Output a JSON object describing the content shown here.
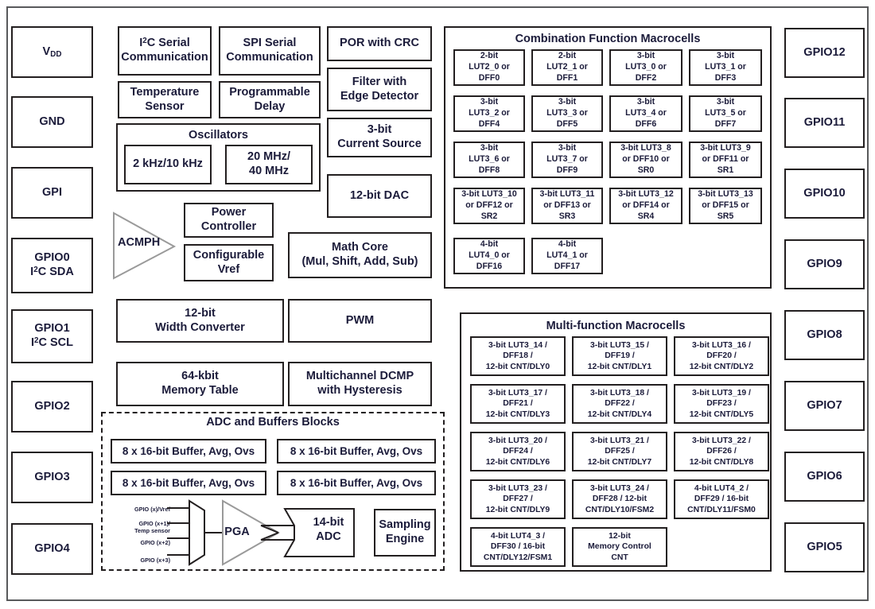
{
  "diagram": {
    "title_note": "SLG47004 block diagram",
    "left_pins": [
      {
        "id": "vdd",
        "lines": [
          "VDD"
        ]
      },
      {
        "id": "gnd",
        "lines": [
          "GND"
        ]
      },
      {
        "id": "gpi",
        "lines": [
          "GPI"
        ]
      },
      {
        "id": "gpio0",
        "lines": [
          "GPIO0",
          "I2C SDA"
        ]
      },
      {
        "id": "gpio1",
        "lines": [
          "GPIO1",
          "I2C SCL"
        ]
      },
      {
        "id": "gpio2",
        "lines": [
          "GPIO2"
        ]
      },
      {
        "id": "gpio3",
        "lines": [
          "GPIO3"
        ]
      },
      {
        "id": "gpio4",
        "lines": [
          "GPIO4"
        ]
      }
    ],
    "right_pins": [
      {
        "id": "gpio12",
        "label": "GPIO12"
      },
      {
        "id": "gpio11",
        "label": "GPIO11"
      },
      {
        "id": "gpio10",
        "label": "GPIO10"
      },
      {
        "id": "gpio9",
        "label": "GPIO9"
      },
      {
        "id": "gpio8",
        "label": "GPIO8"
      },
      {
        "id": "gpio7",
        "label": "GPIO7"
      },
      {
        "id": "gpio6",
        "label": "GPIO6"
      },
      {
        "id": "gpio5",
        "label": "GPIO5"
      }
    ],
    "blocks": {
      "i2c_serial": [
        "I2C Serial",
        "Communication"
      ],
      "spi_serial": [
        "SPI Serial",
        "Communication"
      ],
      "por_crc": [
        "POR with CRC"
      ],
      "temp_sensor": [
        "Temperature",
        "Sensor"
      ],
      "prog_delay": [
        "Programmable",
        "Delay"
      ],
      "filter_edge": [
        "Filter with",
        "Edge Detector"
      ],
      "current_source": [
        "3-bit",
        "Current Source"
      ],
      "dac": [
        "12-bit DAC"
      ],
      "oscillators_title": "Oscillators",
      "osc_low": "2 kHz/10 kHz",
      "osc_high": [
        "20 MHz/",
        "40 MHz"
      ],
      "power_controller": [
        "Power",
        "Controller"
      ],
      "configurable_vref": [
        "Configurable",
        "Vref"
      ],
      "acmph": "ACMPH",
      "math_core": [
        "Math Core",
        "(Mul, Shift, Add, Sub)"
      ],
      "width_converter": [
        "12-bit",
        "Width Converter"
      ],
      "pwm": [
        "PWM"
      ],
      "memory_table": [
        "64-kbit",
        "Memory Table"
      ],
      "dcmp": [
        "Multichannel DCMP",
        "with Hysteresis"
      ]
    },
    "adc_section": {
      "title": "ADC and Buffers Blocks",
      "buffers": [
        "8 x 16-bit Buffer, Avg, Ovs",
        "8 x 16-bit Buffer, Avg, Ovs",
        "8 x 16-bit Buffer, Avg, Ovs",
        "8 x 16-bit Buffer, Avg, Ovs"
      ],
      "mux_inputs": [
        [
          "GPIO (x)/Vref"
        ],
        [
          "GPIO (x+1)/",
          "Temp sensor"
        ],
        [
          "GPIO (x+2)"
        ],
        [
          "GPIO (x+3)"
        ]
      ],
      "pga": "PGA",
      "adc": [
        "14-bit",
        "ADC"
      ],
      "sampling_engine": [
        "Sampling",
        "Engine"
      ]
    },
    "combination_macrocells": {
      "title": "Combination Function Macrocells",
      "cells": [
        {
          "lines": [
            "2-bit",
            "LUT2_0 or",
            "DFF0"
          ]
        },
        {
          "lines": [
            "2-bit",
            "LUT2_1 or",
            "DFF1"
          ]
        },
        {
          "lines": [
            "3-bit",
            "LUT3_0 or",
            "DFF2"
          ]
        },
        {
          "lines": [
            "3-bit",
            "LUT3_1 or",
            "DFF3"
          ]
        },
        {
          "lines": [
            "3-bit",
            "LUT3_2 or",
            "DFF4"
          ]
        },
        {
          "lines": [
            "3-bit",
            "LUT3_3 or",
            "DFF5"
          ]
        },
        {
          "lines": [
            "3-bit",
            "LUT3_4 or",
            "DFF6"
          ]
        },
        {
          "lines": [
            "3-bit",
            "LUT3_5 or",
            "DFF7"
          ]
        },
        {
          "lines": [
            "3-bit",
            "LUT3_6 or",
            "DFF8"
          ]
        },
        {
          "lines": [
            "3-bit",
            "LUT3_7 or",
            "DFF9"
          ]
        },
        {
          "lines": [
            "3-bit LUT3_8",
            "or DFF10 or",
            "SR0"
          ]
        },
        {
          "lines": [
            "3-bit LUT3_9",
            "or DFF11 or",
            "SR1"
          ]
        },
        {
          "lines": [
            "3-bit LUT3_10",
            "or DFF12 or",
            "SR2"
          ]
        },
        {
          "lines": [
            "3-bit LUT3_11",
            "or DFF13 or",
            "SR3"
          ]
        },
        {
          "lines": [
            "3-bit LUT3_12",
            "or DFF14 or",
            "SR4"
          ]
        },
        {
          "lines": [
            "3-bit LUT3_13",
            "or DFF15 or",
            "SR5"
          ]
        },
        {
          "lines": [
            "4-bit",
            "LUT4_0 or",
            "DFF16"
          ]
        },
        {
          "lines": [
            "4-bit",
            "LUT4_1 or",
            "DFF17"
          ]
        }
      ]
    },
    "multifunction_macrocells": {
      "title": "Multi-function Macrocells",
      "cells": [
        {
          "lines": [
            "3-bit LUT3_14 /",
            "DFF18 /",
            "12-bit CNT/DLY0"
          ]
        },
        {
          "lines": [
            "3-bit LUT3_15 /",
            "DFF19 /",
            "12-bit CNT/DLY1"
          ]
        },
        {
          "lines": [
            "3-bit LUT3_16 /",
            "DFF20 /",
            "12-bit CNT/DLY2"
          ]
        },
        {
          "lines": [
            "3-bit LUT3_17 /",
            "DFF21 /",
            "12-bit CNT/DLY3"
          ]
        },
        {
          "lines": [
            "3-bit LUT3_18 /",
            "DFF22 /",
            "12-bit CNT/DLY4"
          ]
        },
        {
          "lines": [
            "3-bit LUT3_19 /",
            "DFF23 /",
            "12-bit CNT/DLY5"
          ]
        },
        {
          "lines": [
            "3-bit LUT3_20 /",
            "DFF24 /",
            "12-bit CNT/DLY6"
          ]
        },
        {
          "lines": [
            "3-bit LUT3_21 /",
            "DFF25 /",
            "12-bit CNT/DLY7"
          ]
        },
        {
          "lines": [
            "3-bit LUT3_22 /",
            "DFF26 /",
            "12-bit CNT/DLY8"
          ]
        },
        {
          "lines": [
            "3-bit LUT3_23 /",
            "DFF27 /",
            "12-bit CNT/DLY9"
          ]
        },
        {
          "lines": [
            "3-bit LUT3_24 /",
            "DFF28 / 12-bit",
            "CNT/DLY10/FSM2"
          ]
        },
        {
          "lines": [
            "4-bit LUT4_2 /",
            "DFF29 / 16-bit",
            "CNT/DLY11/FSM0"
          ]
        },
        {
          "lines": [
            "4-bit LUT4_3 /",
            "DFF30 / 16-bit",
            "CNT/DLY12/FSM1"
          ]
        },
        {
          "lines": [
            "12-bit",
            "Memory Control",
            "CNT"
          ]
        }
      ]
    },
    "colors": {
      "frame": "#58595b",
      "box": "#231f20",
      "text": "#1b1b3a",
      "background": "#ffffff",
      "triangle_outline": "#9a9a9a"
    }
  }
}
